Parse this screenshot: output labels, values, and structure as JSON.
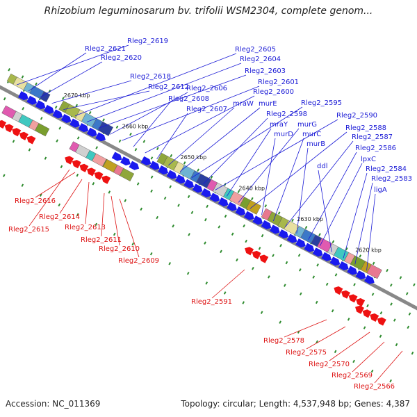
{
  "title": "Rhizobium leguminosarum bv. trifolii WSM2304, complete genom...",
  "accession": "Accession: NC_011369",
  "summary": "Topology: circular; Length: 4,537,948 bp; Genes: 4,387",
  "colors": {
    "backbone": "#888888",
    "forward_label": "#1a1ad6",
    "reverse_label": "#dd1111",
    "forward_arrow": "#1a1aee",
    "reverse_arrow": "#ee1111",
    "tick": "#2e8b2e"
  },
  "scale_ticks": [
    {
      "label": "2670 kbp"
    },
    {
      "label": "2660 kbp"
    },
    {
      "label": "2650 kbp"
    },
    {
      "label": "2640 kbp"
    },
    {
      "label": "2630 kbp"
    },
    {
      "label": "2620 kbp"
    }
  ],
  "forward_labels": [
    "Rleg2_2619",
    "Rleg2_2621",
    "Rleg2_2620",
    "Rleg2_2618",
    "Rleg2_2612",
    "Rleg2_2605",
    "Rleg2_2604",
    "Rleg2_2603",
    "Rleg2_2606",
    "Rleg2_2601",
    "Rleg2_2608",
    "Rleg2_2600",
    "Rleg2_2607",
    "mraW",
    "murE",
    "Rleg2_2595",
    "Rleg2_2598",
    "Rleg2_2590",
    "mraY",
    "murG",
    "Rleg2_2588",
    "murD",
    "murC",
    "Rleg2_2587",
    "murB",
    "Rleg2_2586",
    "lpxC",
    "ddl",
    "Rleg2_2584",
    "Rleg2_2583",
    "ligA"
  ],
  "reverse_labels": [
    "Rleg2_2616",
    "Rleg2_2614",
    "Rleg2_2615",
    "Rleg2_2613",
    "Rleg2_2611",
    "Rleg2_2610",
    "Rleg2_2609",
    "Rleg2_2591",
    "Rleg2_2578",
    "Rleg2_2575",
    "Rleg2_2570",
    "Rleg2_2569",
    "Rleg2_2566"
  ]
}
